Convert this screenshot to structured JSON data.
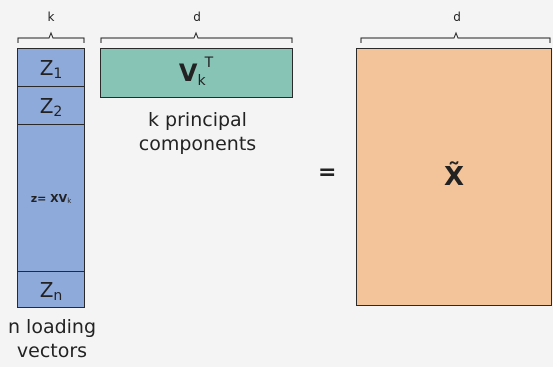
{
  "braces": {
    "left_label": "k",
    "middle_label": "d",
    "right_label": "d"
  },
  "z_column": {
    "row1_letter": "Z",
    "row1_sub": "1",
    "row2_letter": "Z",
    "row2_sub": "2",
    "middle_main": "z= XV",
    "middle_sub": "k",
    "last_letter": "Z",
    "last_sub": "n"
  },
  "v_matrix": {
    "letter": "V",
    "sub": "k",
    "sup": "T"
  },
  "captions": {
    "left_line1": "n loading",
    "left_line2": "vectors",
    "middle_line1": "k principal",
    "middle_line2": "components"
  },
  "equals": "=",
  "x_matrix": {
    "label": "X̃"
  },
  "colors": {
    "z_fill": "#8eaadb",
    "v_fill": "#88c4b6",
    "x_fill": "#f3c499",
    "border": "#2a2a2a"
  }
}
